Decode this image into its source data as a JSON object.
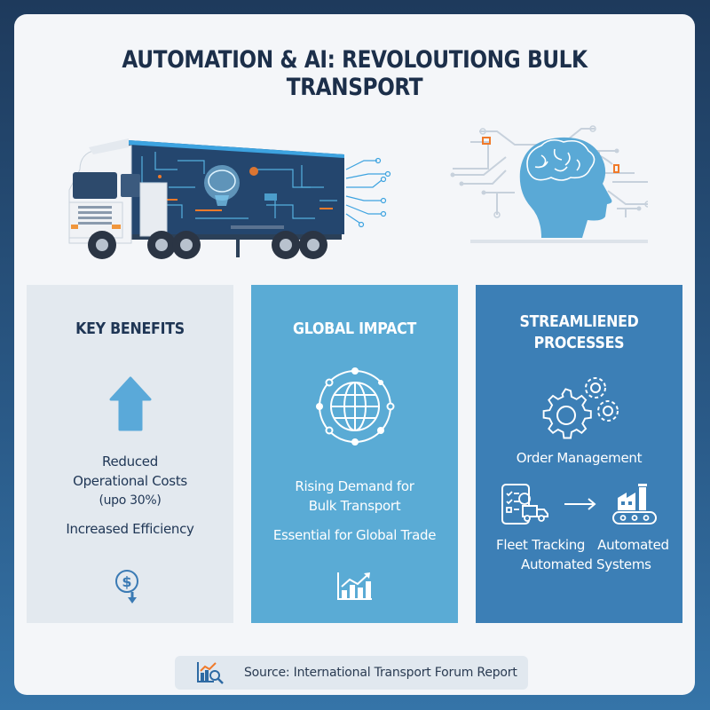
{
  "header": {
    "title": "AUTOMATION & AI: REVOLOUTIONG BULK TRANSPORT"
  },
  "hero": {
    "left_illustration": "truck-with-circuit-brain-trailer-icon",
    "right_illustration": "head-with-brain-circuit-icon"
  },
  "panels": [
    {
      "title": "KEY BENEFITS",
      "icon": "arrow-up-icon",
      "lines": [
        "Reduced",
        "Operational Costs",
        "(upo 30%)"
      ],
      "secondary": "Increased Efficiency",
      "footer_icon": "dollar-down-icon",
      "background": "#e3e9ef"
    },
    {
      "title": "GLOBAL IMPACT",
      "icon": "globe-network-icon",
      "lines": [
        "Rising Demand for",
        "Bulk Transport"
      ],
      "secondary": "Essential for Global Trade",
      "footer_icon": "growth-chart-icon",
      "background": "#5aabd5"
    },
    {
      "title_lines": [
        "STREAMLIENED",
        "PROCESSES"
      ],
      "icon": "gears-icon",
      "caption": "Order Management",
      "flow": {
        "from_icon": "fleet-tracking-tablet-icon",
        "arrow_icon": "arrow-right-icon",
        "to_icon": "automated-factory-icon"
      },
      "labels": [
        "Fleet Tracking",
        "Automated",
        "Automated Systems"
      ],
      "background": "#3c7fb6"
    }
  ],
  "source": {
    "icon": "chart-search-icon",
    "text": "Source: International Transport Forum Report"
  },
  "colors": {
    "frame_dark": "#1e3a5c",
    "frame_light": "#3574a8",
    "card_bg": "#f4f6f9",
    "title_text": "#1c2f4a",
    "accent_blue": "#5aabd5",
    "accent_orange": "#f07a2a"
  }
}
